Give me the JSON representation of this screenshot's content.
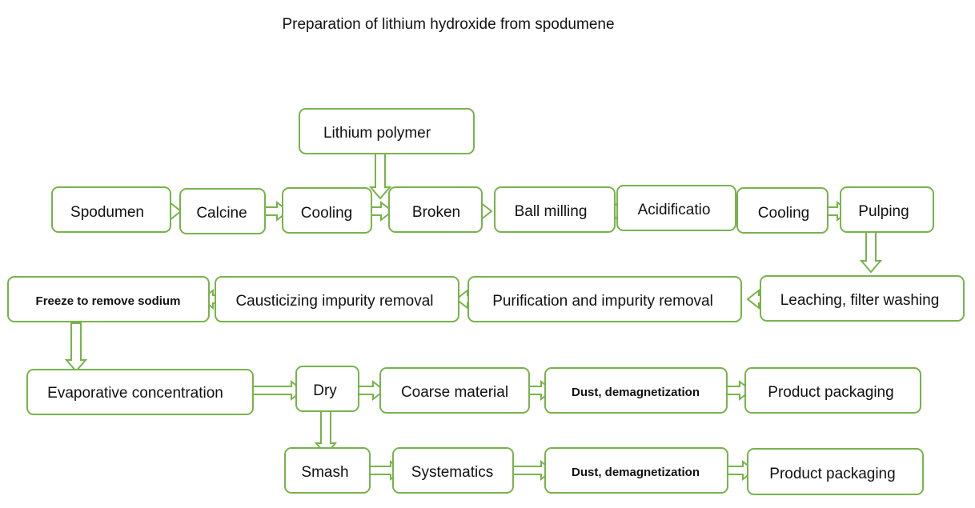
{
  "title": "Preparation of lithium hydroxide from spodumene",
  "nodes": {
    "lithium_polymer": "Lithium polymer",
    "spodumen": "Spodumen",
    "calcine": "Calcine",
    "cooling_1": "Cooling",
    "broken": "Broken",
    "ball_milling": "Ball milling",
    "acidification": "Acidificatio",
    "cooling_2": "Cooling",
    "pulping": "Pulping",
    "leaching": "Leaching, filter washing",
    "purification": "Purification and impurity removal",
    "causticizing": "Causticizing impurity removal",
    "freeze": "Freeze to remove sodium",
    "evaporative": "Evaporative concentration",
    "dry": "Dry",
    "coarse_material": "Coarse material",
    "dust_1": "Dust, demagnetization",
    "product_packaging_1": "Product packaging",
    "smash": "Smash",
    "systematics": "Systematics",
    "dust_2": "Dust, demagnetization",
    "product_packaging_2": "Product packaging"
  },
  "colors": {
    "border": "#77b34a",
    "fill": "#ffffff",
    "text": "#111111"
  }
}
